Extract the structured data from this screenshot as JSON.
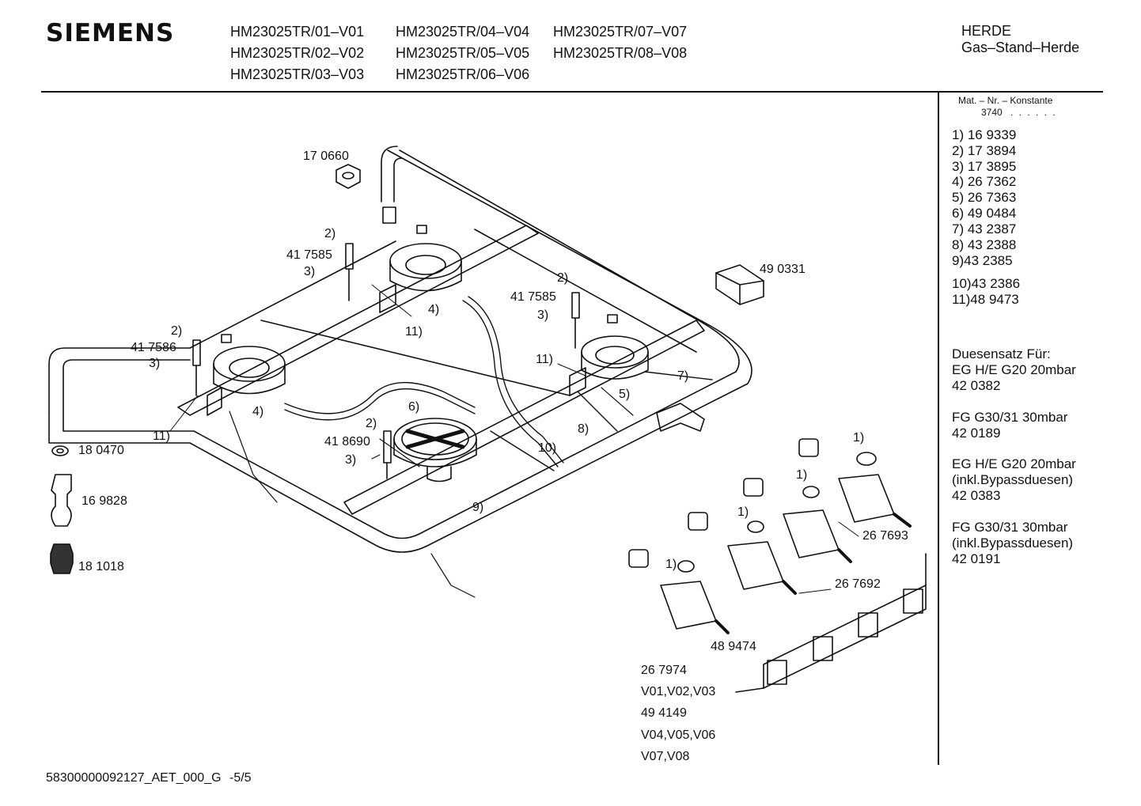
{
  "header": {
    "brand": "SIEMENS",
    "models": [
      "HM23025TR/01–V01",
      "HM23025TR/02–V02",
      "HM23025TR/03–V03",
      "HM23025TR/04–V04",
      "HM23025TR/05–V05",
      "HM23025TR/06–V06",
      "HM23025TR/07–V07",
      "HM23025TR/08–V08"
    ],
    "category_line1": "HERDE",
    "category_line2": "Gas–Stand–Herde"
  },
  "side_panel": {
    "mat_label": "Mat. – Nr. – Konstante",
    "mat_value": "3740",
    "mat_dots": ". . . . . .",
    "parts": [
      "1) 16 9339",
      "2) 17 3894",
      "3) 17 3895",
      "4) 26 7362",
      "5) 26 7363",
      "6) 49 0484",
      "7) 43 2387",
      "8) 43 2388",
      "9)43 2385",
      "10)43 2386",
      "11)48 9473"
    ],
    "nozzle_title": "Duesensatz Für:",
    "nozzle_sets": [
      {
        "line1": "EG H/E G20 20mbar",
        "line2": "",
        "code": "42 0382"
      },
      {
        "line1": "FG G30/31 30mbar",
        "line2": "",
        "code": "42 0189"
      },
      {
        "line1": "EG H/E G20 20mbar",
        "line2": "(inkl.Bypassduesen)",
        "code": "42 0383"
      },
      {
        "line1": "FG G30/31 30mbar",
        "line2": "(inkl.Bypassduesen)",
        "code": "42 0191"
      }
    ]
  },
  "callouts": {
    "c170660": "17 0660",
    "c417585a": "41 7585",
    "c417585b": "41 7585",
    "c417586": "41 7586",
    "c418690": "41 8690",
    "c490331": "49 0331",
    "c180470": "18 0470",
    "c169828": "16 9828",
    "c181018": "18 1018",
    "c267693": "26 7693",
    "c267692": "26 7692",
    "c489474": "48 9474",
    "c267974": "26 7974",
    "v123": "V01,V02,V03",
    "c494149": "49 4149",
    "v456": "V04,V05,V06",
    "v78": "V07,V08",
    "n2a": "2)",
    "n3a": "3)",
    "n4a": "4)",
    "n11a": "11)",
    "n2b": "2)",
    "n3b": "3)",
    "n11b": "11)",
    "n5": "5)",
    "n7": "7)",
    "n2c": "2)",
    "n3c": "3)",
    "n4c": "4)",
    "n11c": "11)",
    "n6": "6)",
    "n2d": "2)",
    "n3d": "3)",
    "n10": "10)",
    "n8": "8)",
    "n9": "9)",
    "n1a": "1)",
    "n1b": "1)",
    "n1c": "1)",
    "n1d": "1)"
  },
  "footer": {
    "doc_id": "58300000092127_AET_000_G",
    "page": "-5/5"
  }
}
